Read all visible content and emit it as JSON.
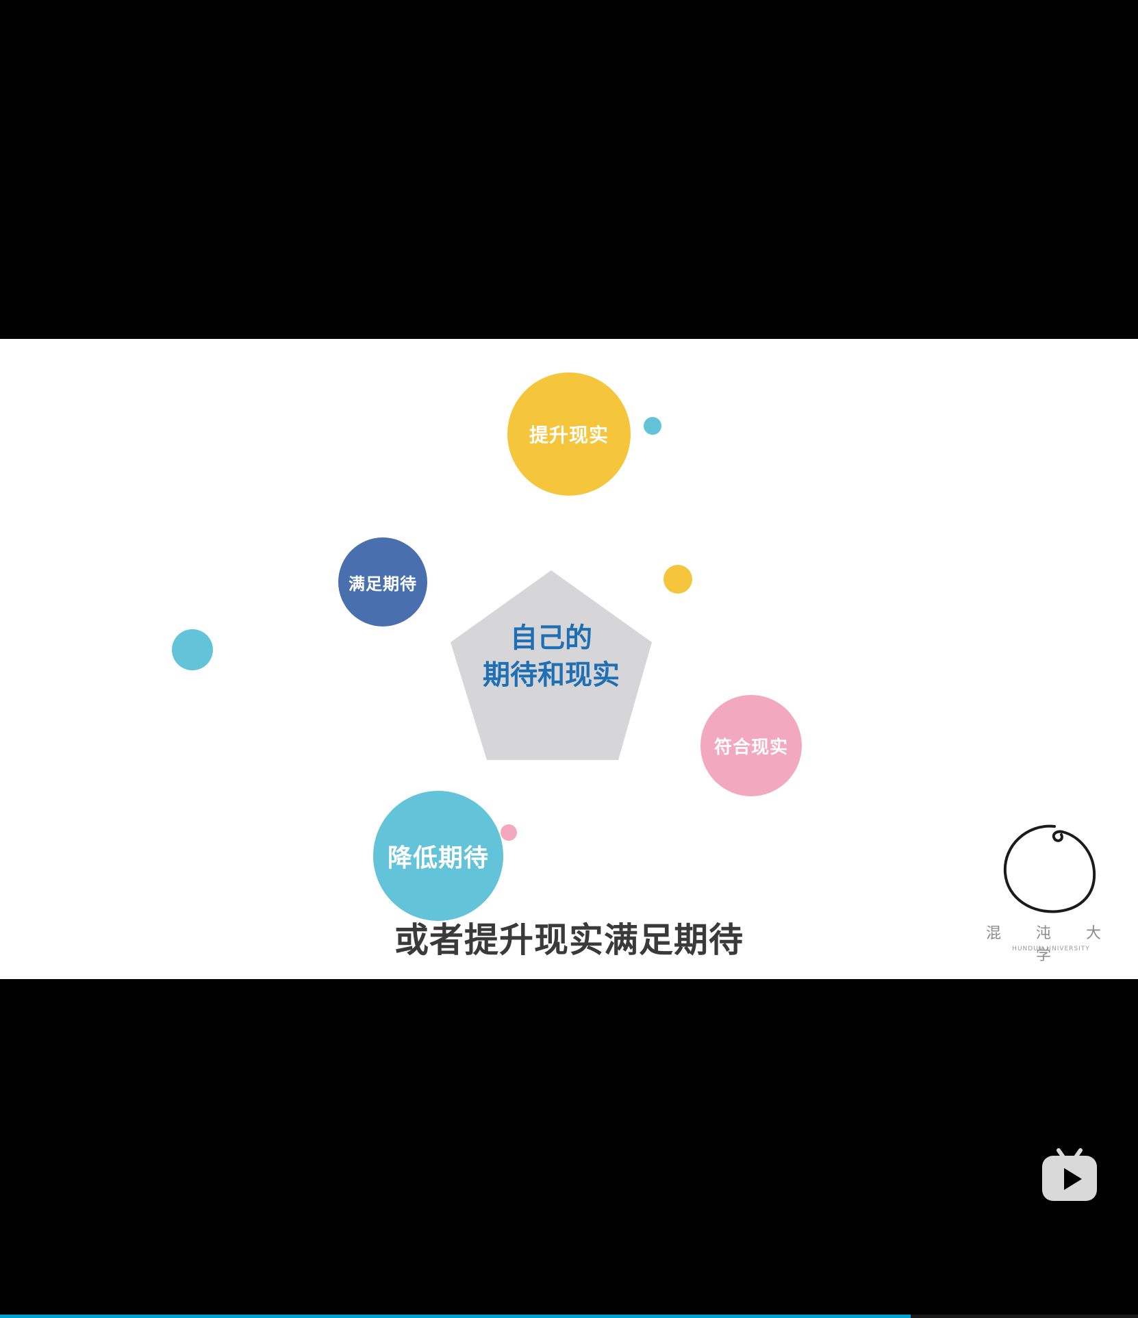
{
  "video": {
    "slide": {
      "center_label_line1": "自己的",
      "center_label_line2": "期待和现实",
      "bubbles": {
        "top": "提升现实",
        "left": "满足期待",
        "right": "符合现实",
        "bottom": "降低期待"
      },
      "colors": {
        "yellow": "#f5c63c",
        "navy": "#4a6fae",
        "pink": "#f2a9c0",
        "cyan": "#63c3d9",
        "pentagon": "#d6d6d8",
        "center_text": "#1f6fb5"
      }
    },
    "subtitle": "或者提升现实满足期待",
    "watermark": {
      "name": "混 沌 大 学",
      "subtitle": "HUNDUN UNIVERSITY"
    }
  },
  "controls": {
    "play_icon": "bilibili-play-icon",
    "progress": 0.8
  }
}
